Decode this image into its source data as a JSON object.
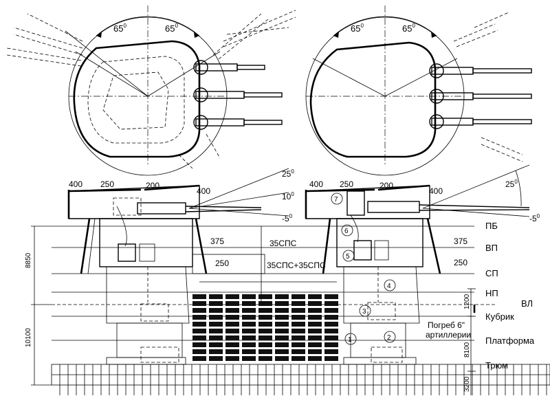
{
  "top_view": {
    "left_angle_a": "65",
    "left_angle_b": "65",
    "right_angle_a": "65",
    "right_angle_b": "65",
    "degree_sign": "0"
  },
  "elevation": {
    "armor_labels": {
      "roof_rear": "400",
      "roof_mid": "250",
      "roof_front": "200",
      "face": "400",
      "barbette_upper": "375",
      "barbette_lower": "250"
    },
    "deck_armor": {
      "upper": "35СПС",
      "lower": "35СПС+35СПС"
    },
    "elevation_angles": {
      "max": "25",
      "mid": "10",
      "min": "-5"
    },
    "deck_names": [
      "ПБ",
      "ВП",
      "СП",
      "НП",
      "ВЛ",
      "Кубрик",
      "Платформа",
      "Трюм"
    ],
    "magazine_label_line1": "Погреб 6\"",
    "magazine_label_line2": "артиллерии",
    "dimensions_left": [
      "8850",
      "10100"
    ],
    "dimensions_right": [
      "1200",
      "8100",
      "3200"
    ],
    "callouts": [
      "1",
      "2",
      "3",
      "4",
      "5",
      "6",
      "7"
    ]
  }
}
